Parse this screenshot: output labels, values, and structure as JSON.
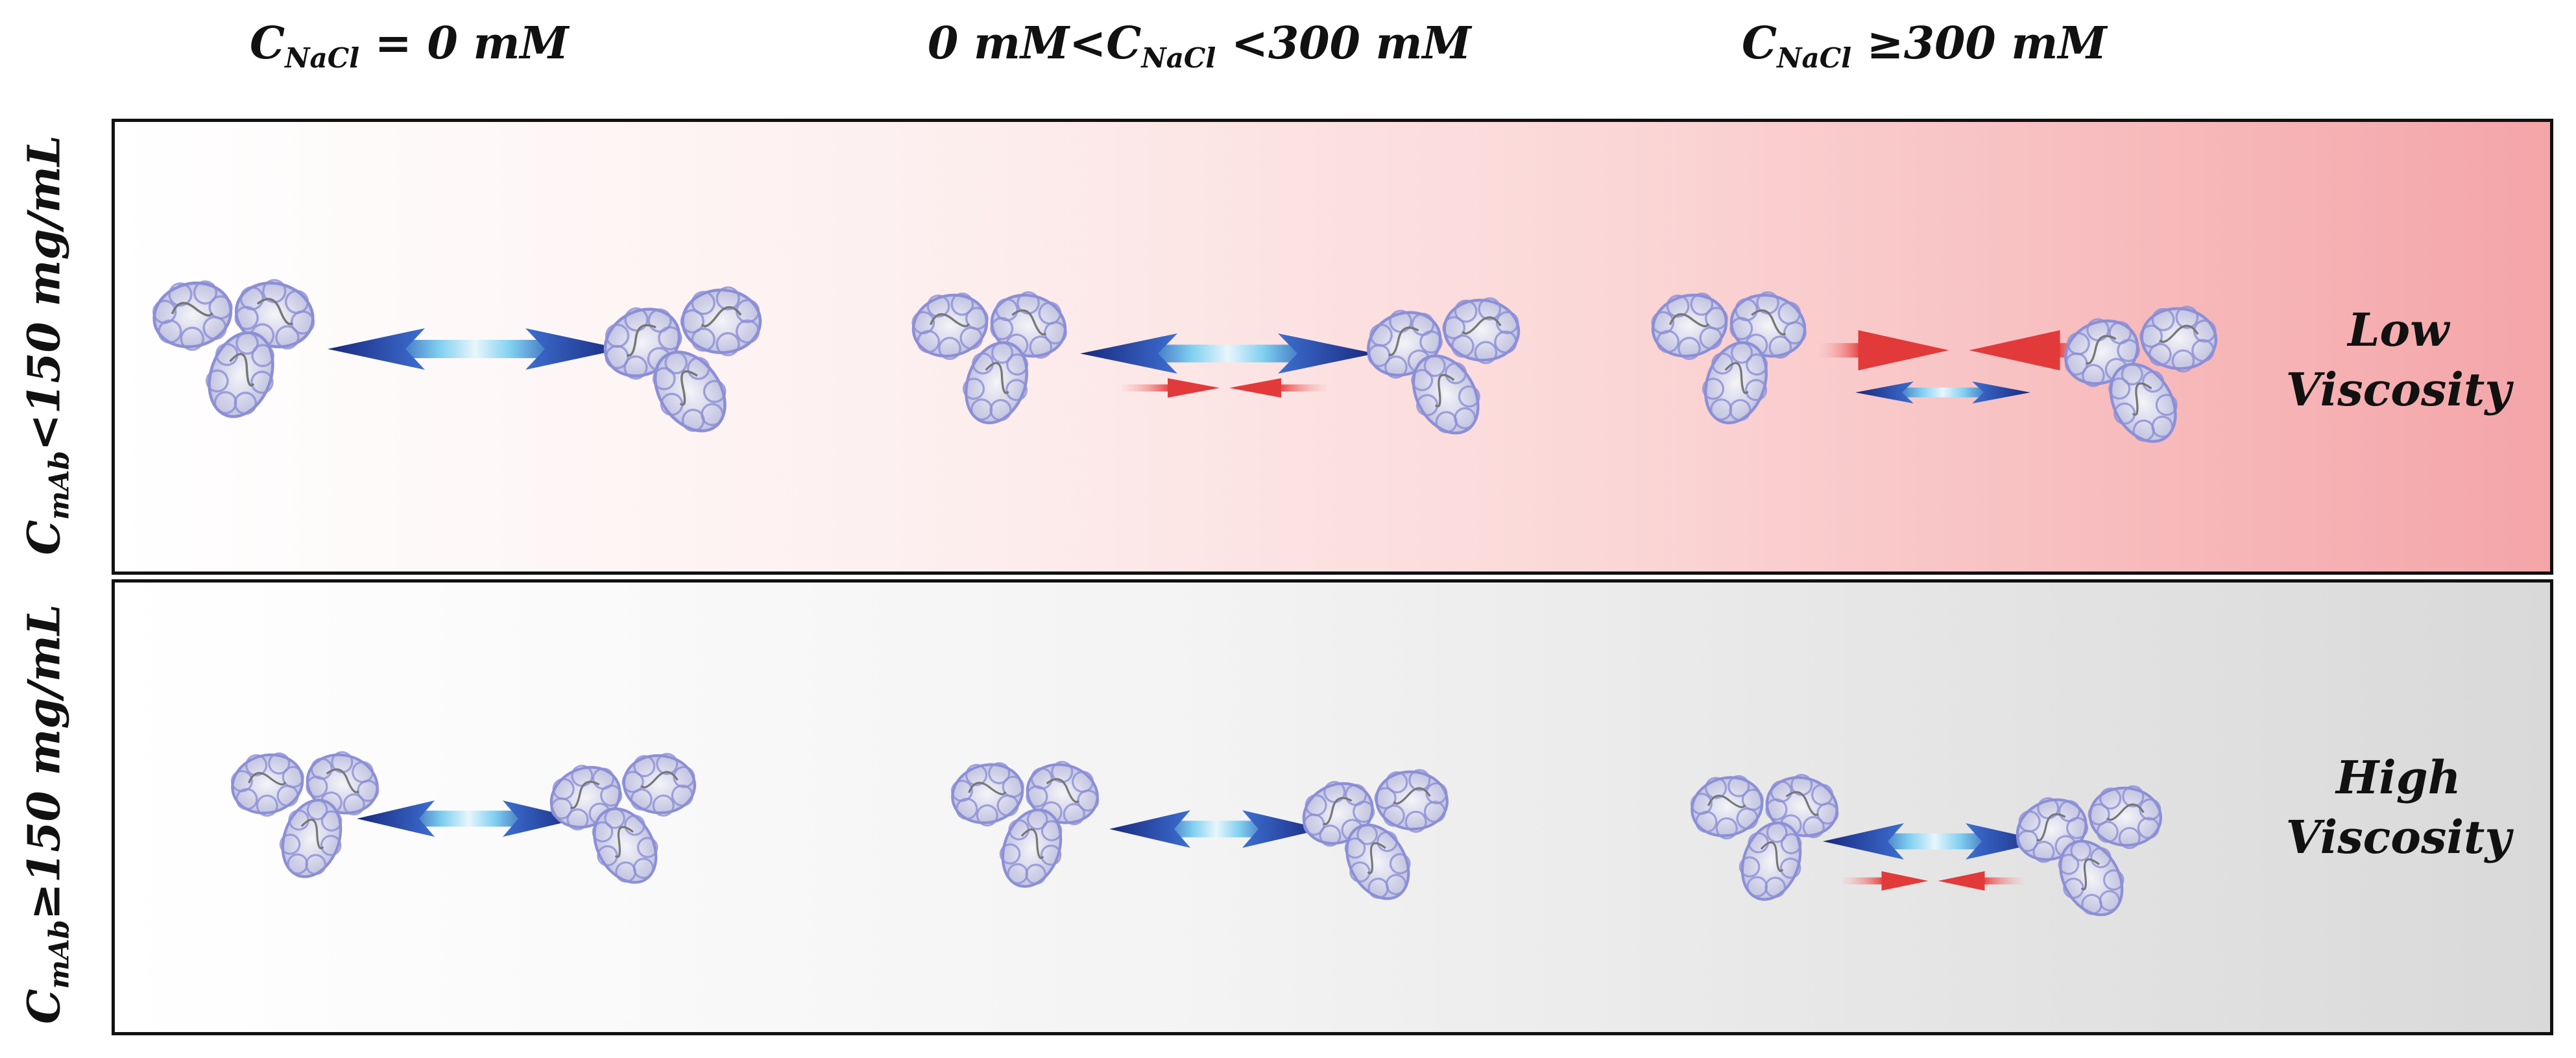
{
  "columns": [
    {
      "main": "C",
      "sub": "NaCl",
      "rest": " = 0 mM",
      "pre": ""
    },
    {
      "pre": "0 mM<",
      "main": "C",
      "sub": "NaCl",
      "rest": " <300 mM"
    },
    {
      "pre": "",
      "main": "C",
      "sub": "NaCl",
      "rest": " ≥300 mM"
    }
  ],
  "rows": [
    {
      "main": "C",
      "sub": "mAb",
      "rest": "<150 mg/mL",
      "verdict_line1": "Low",
      "verdict_line2": "Viscosity"
    },
    {
      "main": "C",
      "sub": "mAb",
      "rest": "≥150 mg/mL",
      "verdict_line1": "High",
      "verdict_line2": "Viscosity"
    }
  ],
  "colors": {
    "repulsion_arrow": "#1e2f8f",
    "repulsion_center": "#7fd0f0",
    "attraction_arrow": "#e23a3a",
    "antibody_outline": "#8c8fd6",
    "antibody_fill": "#cfd1e8"
  },
  "icons": [
    "antibody-icon",
    "repulsion-arrow-icon",
    "attraction-arrow-icon"
  ]
}
